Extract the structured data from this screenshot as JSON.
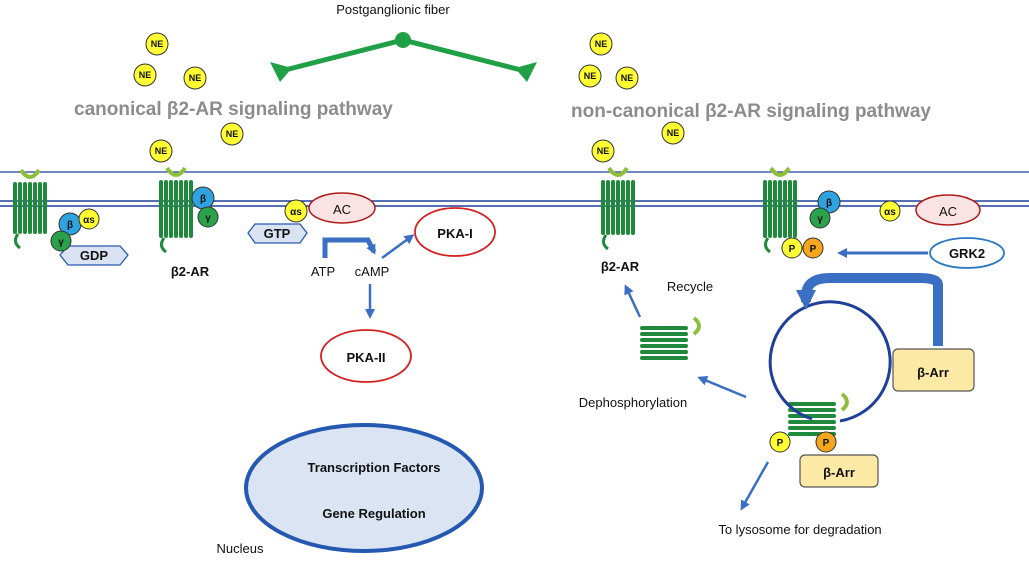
{
  "titles": {
    "canonical": "canonical β2-AR signaling pathway",
    "noncanonical": "non-canonical β2-AR signaling pathway",
    "fiber": "Postganglionic fiber"
  },
  "ne_label": "NE",
  "subunits": {
    "beta": "β",
    "alpha": "αs",
    "gamma": "γ",
    "phos": "P"
  },
  "canonical": {
    "gdp": "GDP",
    "gtp": "GTP",
    "receptor": "β2-AR",
    "ac": "AC",
    "atp": "ATP",
    "camp": "cAMP",
    "pka1": "PKA-I",
    "pka2": "PKA-II",
    "nucleus_line1": "Transcription Factors",
    "nucleus_line2": "Gene Regulation",
    "nucleus": "Nucleus"
  },
  "noncanonical": {
    "receptor": "β2-AR",
    "recycle": "Recycle",
    "ac": "AC",
    "grk2": "GRK2",
    "barr_big": "β-Arr",
    "barr_small": "β-Arr",
    "dephos": "Dephosphorylation",
    "lysosome": "To lysosome for degradation"
  },
  "colors": {
    "receptor": "#1f8a3c",
    "ne": "#ffff33",
    "beta": "#2ea3e0",
    "gamma": "#2aa14a",
    "alpha": "#ffff33",
    "membrane": "#1f3f9a",
    "red": "#d42020",
    "arrow": "#3a6fc4",
    "nucleus_fill": "#dbe4f3",
    "nucleus_stroke": "#2558b0",
    "barr_fill": "#fde9a6",
    "phos_orange": "#f4a71c",
    "title_gray": "#8c8c8c"
  }
}
